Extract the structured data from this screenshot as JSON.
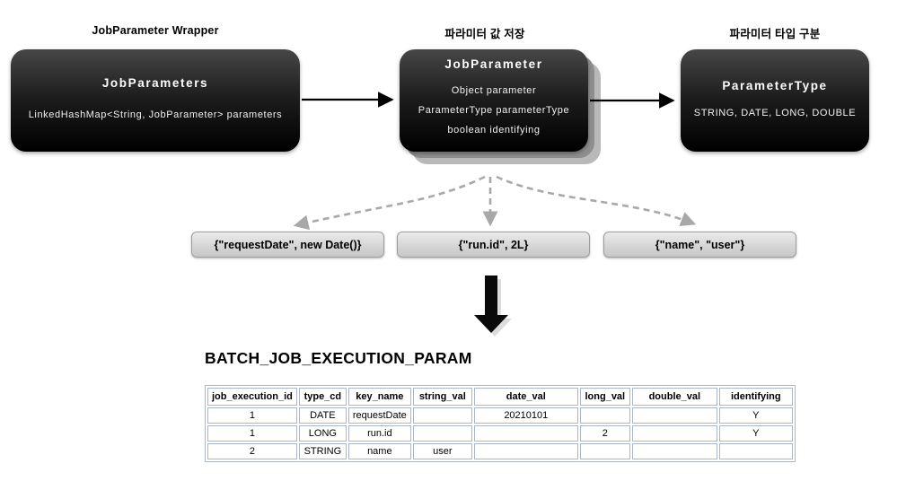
{
  "colors": {
    "node_bg_top": "#474747",
    "node_bg_bottom": "#000000",
    "node_text": "#ffffff",
    "table_border": "#a9b7c6",
    "dashed_arrow": "#a8a8a8",
    "solid_arrow": "#000000",
    "value_box_border": "#9e9e9e"
  },
  "diagram": {
    "nodes": [
      {
        "heading": "JobParameter Wrapper",
        "title": "JobParameters",
        "lines": [
          "LinkedHashMap<String, JobParameter> parameters"
        ]
      },
      {
        "heading": "파라미터 값 저장",
        "title": "JobParameter",
        "lines": [
          "Object parameter",
          "ParameterType parameterType",
          "boolean identifying"
        ]
      },
      {
        "heading": "파라미터 타입 구분",
        "title": "ParameterType",
        "lines": [
          "STRING, DATE, LONG, DOUBLE"
        ]
      }
    ],
    "value_boxes": [
      "{\"requestDate\", new Date()}",
      "{\"run.id\", 2L}",
      "{\"name\", \"user\"}"
    ]
  },
  "table": {
    "title": "BATCH_JOB_EXECUTION_PARAM",
    "headers": [
      "job_execution_id",
      "type_cd",
      "key_name",
      "string_val",
      "date_val",
      "long_val",
      "double_val",
      "identifying"
    ],
    "rows": [
      [
        "1",
        "DATE",
        "requestDate",
        "",
        "20210101",
        "",
        "",
        "Y"
      ],
      [
        "1",
        "LONG",
        "run.id",
        "",
        "",
        "2",
        "",
        "Y"
      ],
      [
        "2",
        "STRING",
        "name",
        "user",
        "",
        "",
        "",
        ""
      ]
    ]
  }
}
